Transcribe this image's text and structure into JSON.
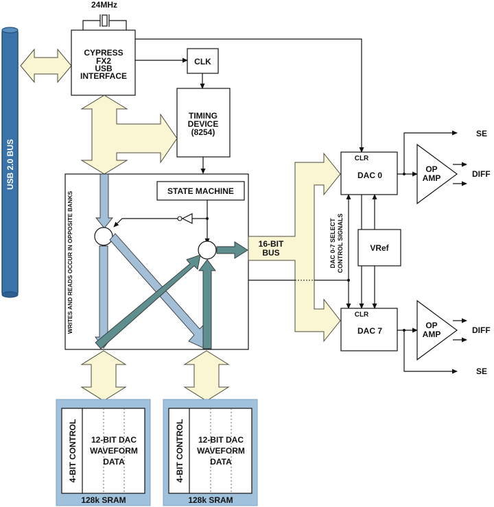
{
  "colors": {
    "bus_blue": "#3a73a8",
    "bus_blue_dark": "#1f4f7e",
    "arrow_cream": "#faf5d3",
    "arrow_cream_stroke": "#4a4a3a",
    "arrow_blue": "#a3bfd8",
    "arrow_teal": "#5e8e8e",
    "sram_frame": "#9fc1dc",
    "line": "#111111"
  },
  "labels": {
    "usb_bus": "USB 2.0 BUS",
    "crystal_freq": "24MHz",
    "fx2_line1": "CYPRESS",
    "fx2_line2": "FX2",
    "fx2_line3": "USB",
    "fx2_line4": "INTERFACE",
    "clk": "CLK",
    "timing_line1": "TIMING",
    "timing_line2": "DEVICE",
    "timing_line3": "(8254)",
    "state_machine": "STATE MACHINE",
    "banks_note": "WRITES AND READS OCCUR IN OPPOSITE BANKS",
    "bus16_line1": "16-BIT",
    "bus16_line2": "BUS",
    "dac_select_line1": "DAC 0-7 SELECT",
    "dac_select_line2": "CONTROL SIGNALS",
    "dac0_clr": "CLR",
    "dac0": "DAC 0",
    "dac7_clr": "CLR",
    "dac7": "DAC 7",
    "vref": "VRef",
    "opamp_top_line1": "OP",
    "opamp_top_line2": "AMP",
    "opamp_bot_line1": "OP",
    "opamp_bot_line2": "AMP",
    "se_top": "SE",
    "diff_top": "DIFF",
    "diff_bottom": "DIFF",
    "se_bottom": "SE"
  },
  "sram": [
    {
      "control": "4-BIT CONTROL",
      "data_line1": "12-BIT DAC",
      "data_line2": "WAVEFORM",
      "data_line3": "DATA",
      "caption": "128k SRAM"
    },
    {
      "control": "4-BIT CONTROL",
      "data_line1": "12-BIT DAC",
      "data_line2": "WAVEFORM",
      "data_line3": "DATA",
      "caption": "128k SRAM"
    }
  ]
}
